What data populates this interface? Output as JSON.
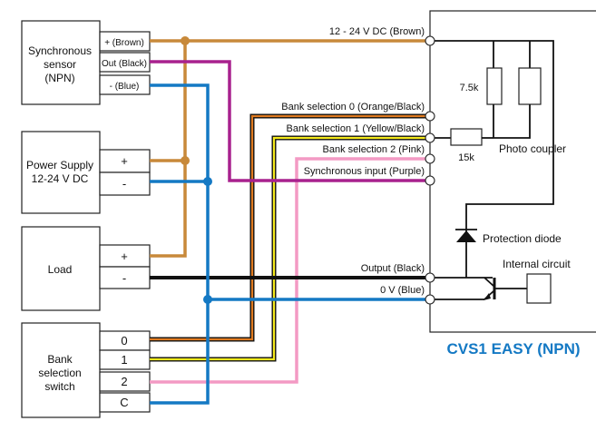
{
  "sensor": {
    "name_lines": [
      "Synchronous",
      "sensor",
      "(NPN)"
    ],
    "terminals": [
      "+ (Brown)",
      "Out (Black)",
      "- (Blue)"
    ]
  },
  "power_supply": {
    "name_lines": [
      "Power Supply",
      "12-24 V DC"
    ],
    "terminals": [
      "+",
      "-"
    ]
  },
  "load": {
    "name": "Load",
    "terminals": [
      "+",
      "-"
    ]
  },
  "bank_switch": {
    "name_lines": [
      "Bank",
      "selection",
      "switch"
    ],
    "terminals": [
      "0",
      "1",
      "2",
      "C"
    ]
  },
  "device": {
    "title": "CVS1 EASY (NPN)",
    "title_color": "#1479c4",
    "lines": [
      "12 - 24 V DC (Brown)",
      "Bank selection 0 (Orange/Black)",
      "Bank selection 1 (Yellow/Black)",
      "Bank selection 2 (Pink)",
      "Synchronous input (Purple)",
      "Output (Black)",
      "0 V (Blue)"
    ],
    "resistor_7k5": "7.5k",
    "resistor_15k": "15k",
    "photo_coupler": "Photo coupler",
    "protection_diode": "Protection diode",
    "internal_circuit": "Internal circuit"
  },
  "colors": {
    "brown": "#c8893a",
    "purple": "#a8218e",
    "blue": "#1479c4",
    "black": "#111111",
    "orange_black": "#e07b20",
    "yellow_black": "#f5ea1c",
    "pink": "#f39ac4"
  }
}
